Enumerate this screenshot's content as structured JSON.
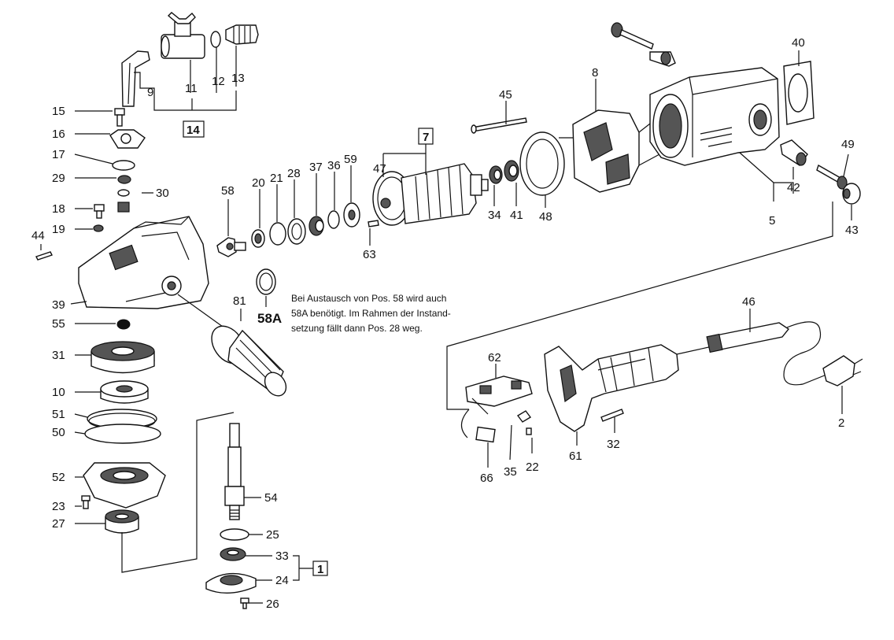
{
  "labels": {
    "l9": "9",
    "l11": "11",
    "l12": "12",
    "l13": "13",
    "l14": "14",
    "l15": "15",
    "l16": "16",
    "l17": "17",
    "l29": "29",
    "l30": "30",
    "l18": "18",
    "l19": "19",
    "l44": "44",
    "l39": "39",
    "l55": "55",
    "l31": "31",
    "l10": "10",
    "l51": "51",
    "l50": "50",
    "l52": "52",
    "l23": "23",
    "l27": "27",
    "l54": "54",
    "l25": "25",
    "l33": "33",
    "l24": "24",
    "l26": "26",
    "l1": "1",
    "l58": "58",
    "l20": "20",
    "l21": "21",
    "l28": "28",
    "l37": "37",
    "l36": "36",
    "l59": "59",
    "l63": "63",
    "l81": "81",
    "l58a": "58A",
    "l7": "7",
    "l47": "47",
    "l34": "34",
    "l41": "41",
    "l48": "48",
    "l45": "45",
    "l8": "8",
    "l40": "40",
    "l49": "49",
    "l42": "42",
    "l5": "5",
    "l43": "43",
    "l46": "46",
    "l62": "62",
    "l66": "66",
    "l35": "35",
    "l22": "22",
    "l61": "61",
    "l32": "32",
    "l2": "2"
  },
  "note": {
    "line1": "Bei Austausch von Pos. 58 wird auch",
    "line2": "58A benötigt. Im Rahmen der Instand-",
    "line3": "setzung fällt dann Pos. 28 weg."
  }
}
